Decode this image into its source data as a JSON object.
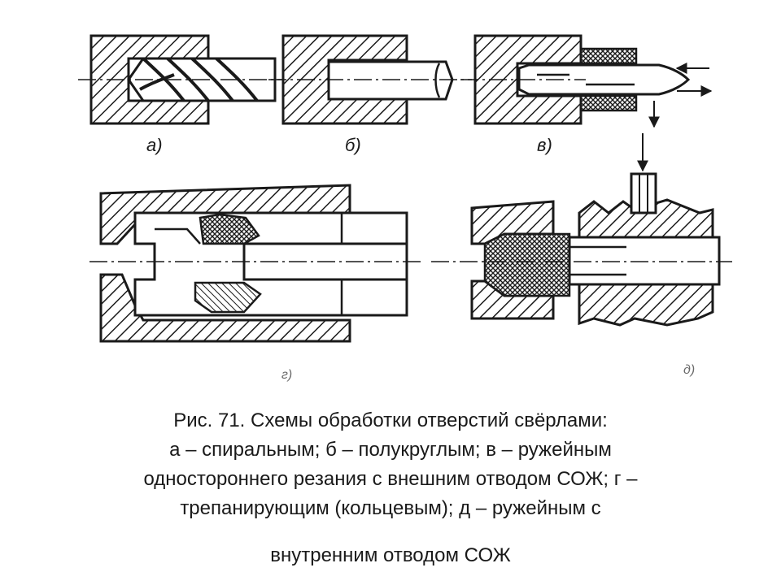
{
  "panel_labels": {
    "a": "а)",
    "b": "б)",
    "v": "в)",
    "g": "г)",
    "d": "д)"
  },
  "caption": {
    "line1": "Рис. 71. Схемы обработки отверстий свёрлами:",
    "line2": "а – спиральным; б – полукруглым; в – ружейным",
    "line3": "одностороннего резания с внешним отводом СОЖ; г –",
    "line4": "трепанирующим (кольцевым); д – ружейным с",
    "line5": "внутренним отводом СОЖ"
  },
  "colors": {
    "ink": "#1a1a1a",
    "background": "#ffffff"
  }
}
